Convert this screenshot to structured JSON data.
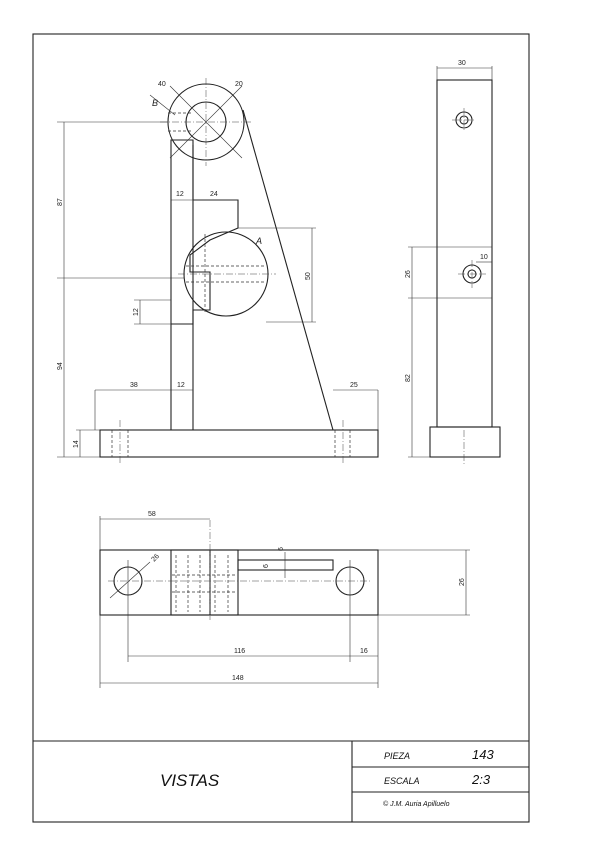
{
  "title_block": {
    "title": "VISTAS",
    "pieza_label": "PIEZA",
    "pieza_value": "143",
    "escala_label": "ESCALA",
    "escala_value": "2:3",
    "copyright": "© J.M. Auria Apilluelo"
  },
  "labels": {
    "point_a": "A",
    "point_b": "B"
  },
  "dims": {
    "front_d40": "40",
    "front_d20": "20",
    "front_12": "12",
    "front_24": "24",
    "front_87": "87",
    "front_50": "50",
    "front_12b": "12",
    "front_94": "94",
    "front_38": "38",
    "front_12c": "12",
    "front_25": "25",
    "front_14": "14",
    "side_30": "30",
    "side_10": "10",
    "side_26": "26",
    "side_82": "82",
    "top_58": "58",
    "top_d26": "26",
    "top_6a": "6",
    "top_6b": "6",
    "top_26": "26",
    "top_116": "116",
    "top_16": "16",
    "top_148": "148"
  }
}
